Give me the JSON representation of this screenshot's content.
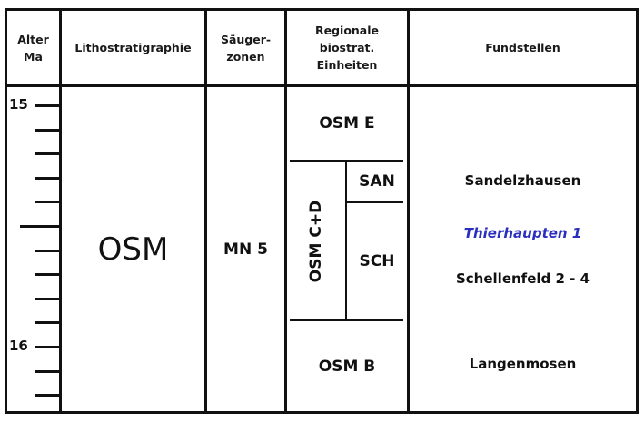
{
  "headers": {
    "age": "Alter\nMa",
    "lithostratigraphy": "Lithostratigraphie",
    "mammal_zones": "Säuger-\nzonen",
    "regional_units": "Regionale\nbiostrat.\nEinheiten",
    "sites": "Fundstellen"
  },
  "age_axis": {
    "labels": [
      {
        "text": "15",
        "value": 15.0
      },
      {
        "text": "16",
        "value": 16.0
      }
    ],
    "min": 15.0,
    "max": 16.0,
    "tick_interval": 0.1,
    "major_ticks": [
      15.0,
      15.5,
      16.0
    ],
    "extends_below_to": 16.2
  },
  "lithostratigraphy": {
    "unit": "OSM"
  },
  "mammal_zones": {
    "zone": "MN 5"
  },
  "regional_units": {
    "osm_e": "OSM E",
    "osm_cd": "OSM C+D",
    "san": "SAN",
    "sch": "SCH",
    "osm_b": "OSM B"
  },
  "sites": [
    {
      "name": "Sandelzhausen",
      "highlight": false
    },
    {
      "name": "Thierhaupten 1",
      "highlight": true,
      "color": "#2a2fbf"
    },
    {
      "name": "Schellenfeld 2 - 4",
      "highlight": false
    },
    {
      "name": "Langenmosen",
      "highlight": false
    }
  ]
}
